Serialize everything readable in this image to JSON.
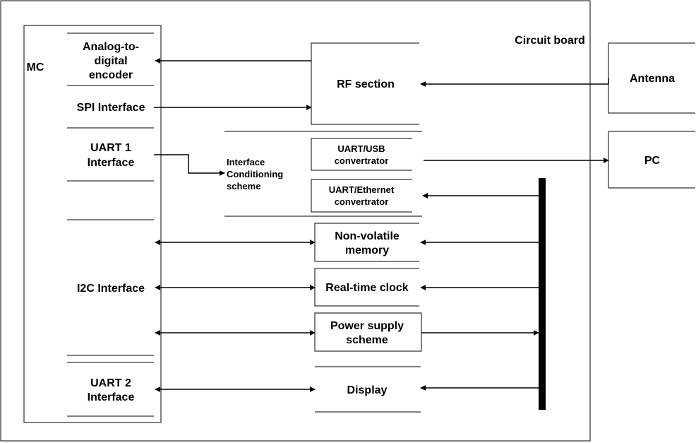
{
  "labels": {
    "circuit_board": "Circuit board",
    "mc": "MC",
    "adc_1": "Analog-to-",
    "adc_2": "digital",
    "adc_3": "encoder",
    "spi": "SPI Interface",
    "uart1_1": "UART 1",
    "uart1_2": "Interface",
    "i2c": "I2C Interface",
    "uart2_1": "UART 2",
    "uart2_2": "Interface",
    "rf": "RF section",
    "antenna": "Antenna",
    "pc": "PC",
    "iface_1": "Interface",
    "iface_2": "Conditioning",
    "iface_3": "scheme",
    "usb_1": "UART/USB",
    "usb_2": "convertrator",
    "eth_1": "UART/Ethernet",
    "eth_2": "convertrator",
    "nvm_1": "Non-volatile",
    "nvm_2": "memory",
    "rtc": "Real-time clock",
    "psu_1": "Power supply",
    "psu_2": "scheme",
    "display": "Display"
  },
  "colors": {
    "line": "#000000",
    "background": "#ffffff"
  }
}
